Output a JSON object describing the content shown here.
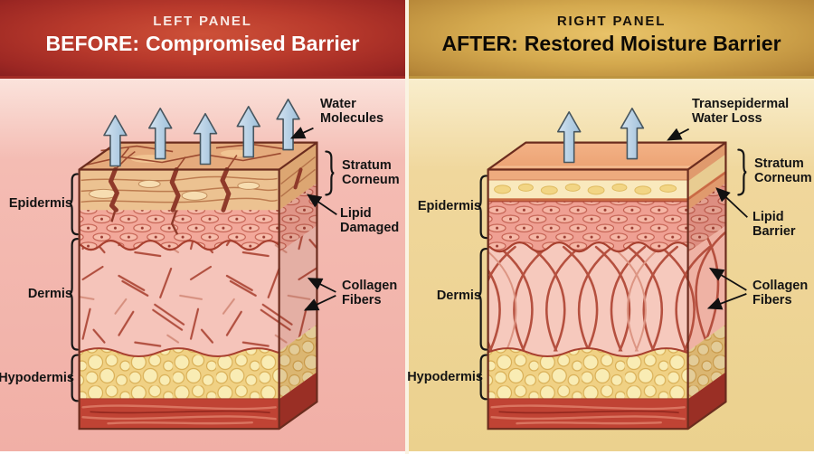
{
  "colors": {
    "before_header_red": "#b93a2c",
    "after_header_gold": "#d4a94e",
    "before_body_pink": "#f4bcb3",
    "after_body_gold": "#f0d79c",
    "water_arrow_blue": "#aecbe3",
    "label_ink": "#141414",
    "skin_outline": "#6b2c1e"
  },
  "left": {
    "header": {
      "kicker": "LEFT PANEL",
      "title_strong": "BEFORE:",
      "title_rest": "Compromised Barrier"
    },
    "layers": {
      "epidermis": "Epidermis",
      "dermis": "Dermis",
      "hypodermis": "Hypodermis"
    },
    "callouts": {
      "water": "Water Molecules",
      "stratum": "Stratum Corneum",
      "lipid": "Lipid Damaged",
      "collagen": "Collagen Fibers"
    }
  },
  "right": {
    "header": {
      "kicker": "RIGHT PANEL",
      "title_strong": "AFTER:",
      "title_rest": "Restored Moisture Barrier"
    },
    "layers": {
      "epidermis": "Epidermis",
      "dermis": "Dermis",
      "hypodermis": "Hypodermis"
    },
    "callouts": {
      "water": "Transepidermal Water Loss",
      "stratum": "Stratum Corneum",
      "lipid": "Lipid Barrier",
      "collagen": "Collagen Fibers"
    }
  }
}
